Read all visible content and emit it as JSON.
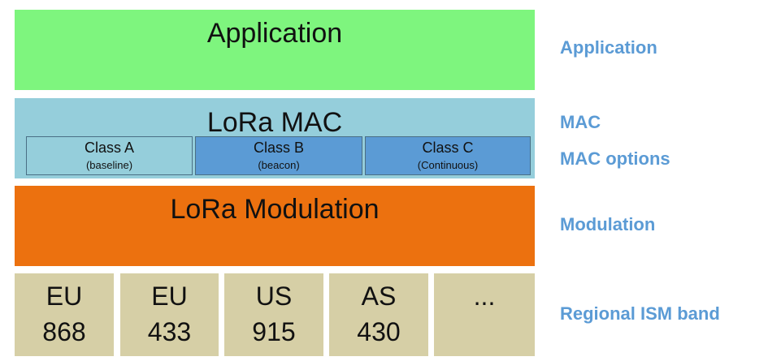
{
  "stack": {
    "application": "Application",
    "mac": {
      "title": "LoRa MAC",
      "classes": [
        {
          "name": "Class A",
          "desc": "(baseline)"
        },
        {
          "name": "Class B",
          "desc": "(beacon)"
        },
        {
          "name": "Class C",
          "desc": "(Continuous)"
        }
      ]
    },
    "modulation": "LoRa Modulation",
    "bands": [
      {
        "line1": "EU",
        "line2": "868"
      },
      {
        "line1": "EU",
        "line2": "433"
      },
      {
        "line1": "US",
        "line2": "915"
      },
      {
        "line1": "AS",
        "line2": "430"
      },
      {
        "line1": "...",
        "line2": ""
      }
    ]
  },
  "side_labels": {
    "application": "Application",
    "mac": "MAC",
    "mac_options": "MAC options",
    "modulation": "Modulation",
    "regional": "Regional ISM band"
  },
  "colors": {
    "application": "#7ef57e",
    "mac": "#95cedb",
    "class_highlight": "#5b9bd5",
    "modulation": "#ec710f",
    "band": "#d6cfa6",
    "side_label": "#5b9bd5"
  }
}
